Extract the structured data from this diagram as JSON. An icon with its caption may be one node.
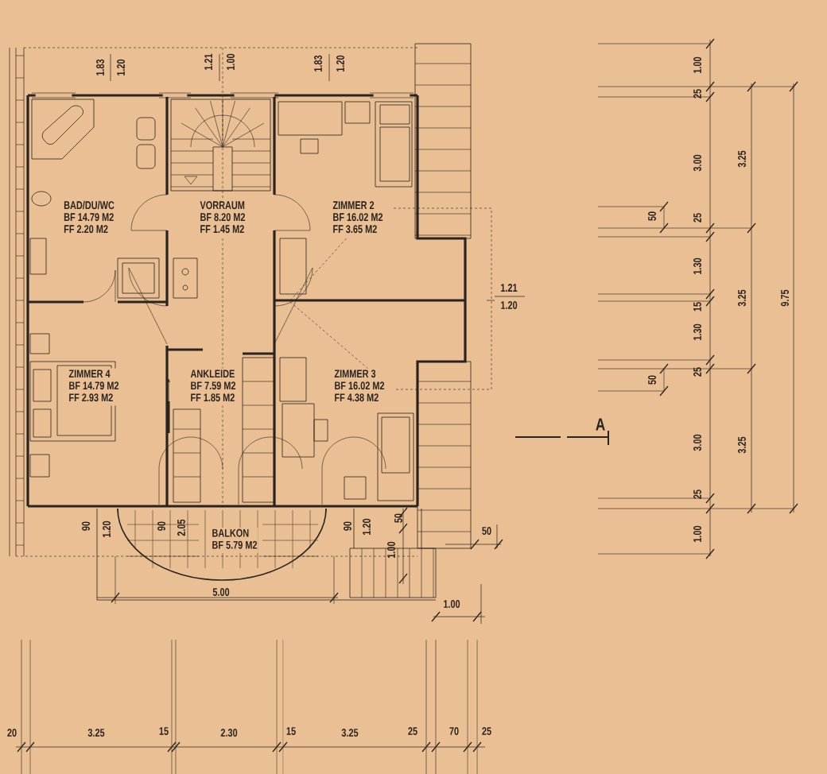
{
  "diagram": {
    "nodes": [
      {
        "text": [
          "BAD/DU/WC",
          "BF 14.79 M2",
          "FF 2.20 M2"
        ]
      },
      {
        "text": [
          "VORRAUM",
          "BF 8.20 M2",
          "FF 1.45 M2"
        ]
      },
      {
        "text": [
          "ZIMMER 2",
          "BF 16.02 M2",
          "FF 3.65 M2"
        ]
      },
      {
        "text": [
          "ZIMMER 4",
          "BF 14.79 M2",
          "FF 2.93 M2"
        ]
      },
      {
        "text": [
          "ANKLEIDE",
          "BF 7.59 M2",
          "FF 1.85 M2"
        ]
      },
      {
        "text": [
          "ZIMMER 3",
          "BF 16.02 M2",
          "FF 4.38 M2"
        ]
      },
      {
        "text": [
          "BALKON",
          "BF 5.79 M2"
        ]
      }
    ],
    "labels": [
      "1.83",
      "1.20",
      "1.21",
      "1.00",
      "1.83",
      "1.20",
      "1.00",
      "25",
      "3.00",
      "3.25",
      "50",
      "25",
      "1.30",
      "1.21",
      "1.20",
      "15",
      "3.25",
      "9.75",
      "1.30",
      "50",
      "25",
      "A",
      "3.00",
      "3.25",
      "25",
      "1.00",
      "90",
      "1.20",
      "90",
      "2.05",
      "90",
      "1.20",
      "50",
      "1.00",
      "50",
      "5.00",
      "1.00",
      "20",
      "3.25",
      "15",
      "2.30",
      "15",
      "3.25",
      "25",
      "70",
      "25"
    ]
  }
}
